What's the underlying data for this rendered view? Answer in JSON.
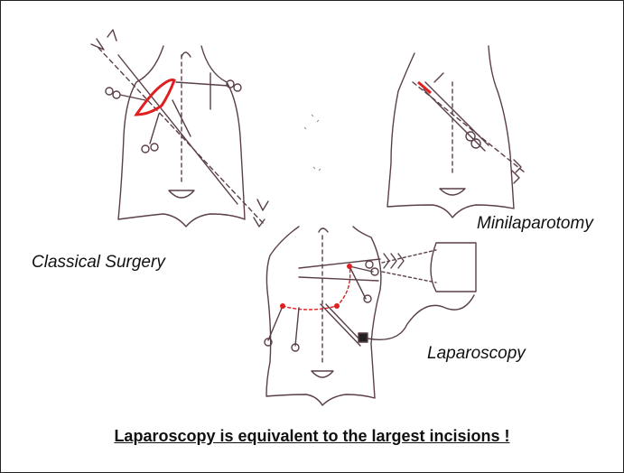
{
  "labels": {
    "classical": "Classical Surgery",
    "minilaparotomy": "Minilaparotomy",
    "laparoscopy": "Laparoscopy"
  },
  "caption": "Laparoscopy is equivalent to the largest incisions !",
  "colors": {
    "sketch": "#5a3f4a",
    "incision": "#e02020",
    "text": "#111111"
  },
  "figures": [
    {
      "label_key": "classical",
      "icon": "torso-classical-surgery"
    },
    {
      "label_key": "minilaparotomy",
      "icon": "torso-minilaparotomy"
    },
    {
      "label_key": "laparoscopy",
      "icon": "torso-laparoscopy"
    }
  ]
}
